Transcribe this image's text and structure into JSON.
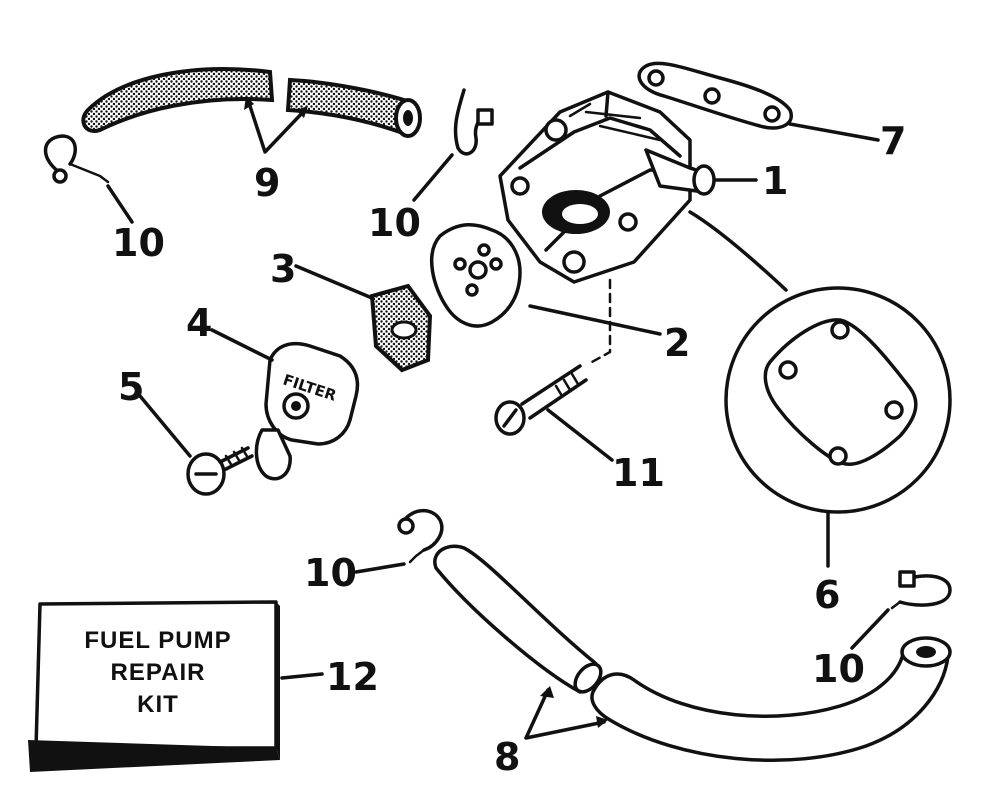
{
  "callouts": {
    "c1": "1",
    "c2": "2",
    "c3": "3",
    "c4": "4",
    "c5": "5",
    "c6": "6",
    "c7": "7",
    "c8": "8",
    "c9": "9",
    "c10a": "10",
    "c10b": "10",
    "c10c": "10",
    "c10d": "10",
    "c11": "11",
    "c12": "12"
  },
  "kit_box": {
    "line1": "FUEL PUMP",
    "line2": "REPAIR",
    "line3": "KIT"
  },
  "filter_cap_text": "FILTER"
}
